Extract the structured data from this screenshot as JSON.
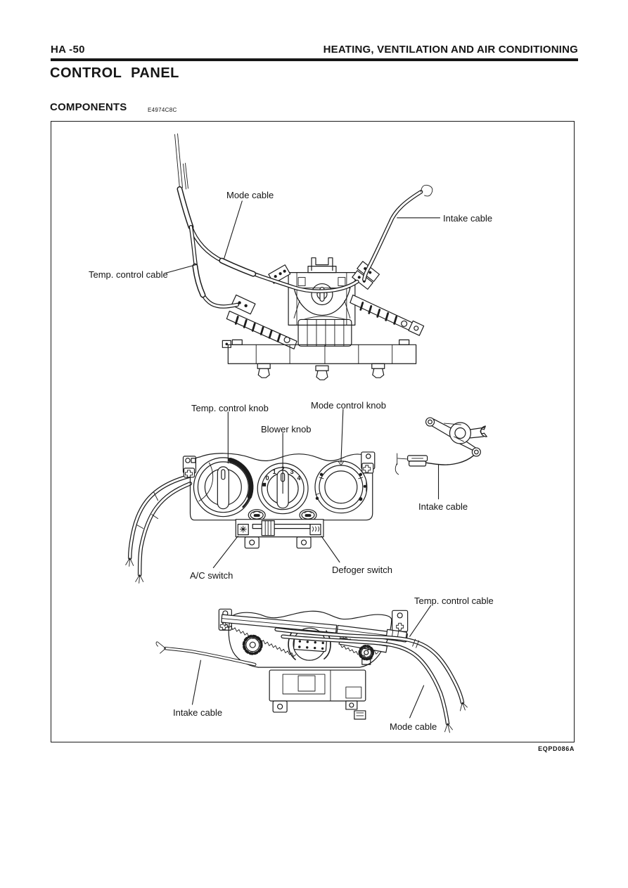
{
  "header": {
    "page_ref": "HA -50",
    "chapter_title": "HEATING, VENTILATION AND AIR CONDITIONING"
  },
  "titles": {
    "section": "CONTROL PANEL",
    "subsection": "COMPONENTS",
    "subsection_code": "E4974C8C"
  },
  "figure": {
    "code": "EQPD086A",
    "rear_view": {
      "labels": {
        "mode_cable": "Mode cable",
        "intake_cable": "Intake cable",
        "temp_control_cable": "Temp. control cable"
      }
    },
    "front_panel": {
      "labels": {
        "temp_control_knob": "Temp. control knob",
        "blower_knob": "Blower knob",
        "mode_control_knob": "Mode control knob",
        "intake_cable": "Intake cable",
        "ac_switch": "A/C switch",
        "defoger_switch": "Defoger switch"
      },
      "blower_scale": [
        "0",
        "1",
        "2",
        "3",
        "4"
      ]
    },
    "top_view": {
      "labels": {
        "temp_control_cable": "Temp. control cable",
        "intake_cable": "Intake cable",
        "mode_cable": "Mode cable"
      }
    }
  }
}
